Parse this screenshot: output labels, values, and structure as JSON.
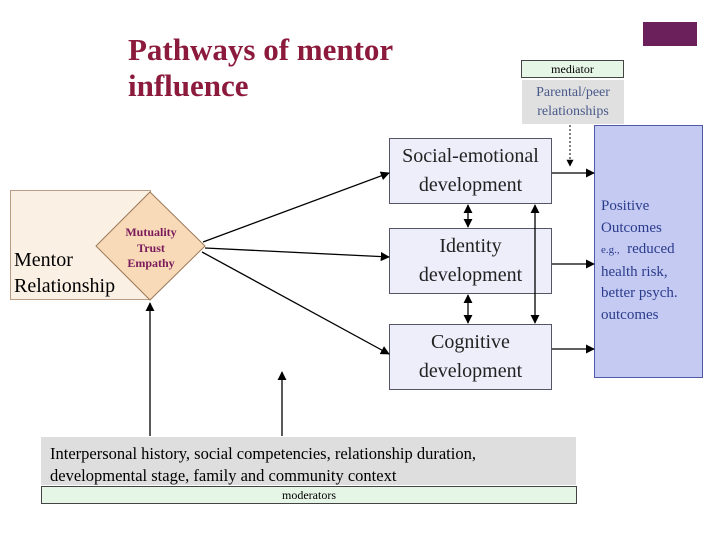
{
  "title": {
    "line1": "Pathways of mentor",
    "line2": "influence"
  },
  "mediator": {
    "label": "mediator",
    "line1": "Parental/peer",
    "line2": "relationships"
  },
  "mentor": {
    "line1": "Mentor",
    "line2": "Relationship",
    "qualities": [
      "Mutuality",
      "Trust",
      "Empathy"
    ]
  },
  "developments": [
    {
      "line1": "Social-emotional",
      "line2": "development"
    },
    {
      "line1": "Identity",
      "line2": "development"
    },
    {
      "line1": "Cognitive",
      "line2": "development"
    }
  ],
  "outcomes": {
    "line1": "Positive",
    "line2": "Outcomes",
    "eg": "e.g.,",
    "line3": "reduced",
    "line4": "health risk,",
    "line5": "better psych.",
    "line6": "outcomes"
  },
  "moderators": {
    "line1": "Interpersonal history, social competencies, relationship duration,",
    "line2": "developmental stage, family and community context",
    "label": "moderators"
  },
  "colors": {
    "title": "#8b1a3c",
    "outcomes_fill": "#c4caf2",
    "outcomes_text": "#2c3c8c",
    "development_fill": "#eeeefb",
    "diamond_fill": "#f8d9b8",
    "diamond_text": "#7a1a5a",
    "moderator_fill": "#dedede",
    "label_fill": "#e6f6e6",
    "accent_tab": "#6b1f5b"
  }
}
